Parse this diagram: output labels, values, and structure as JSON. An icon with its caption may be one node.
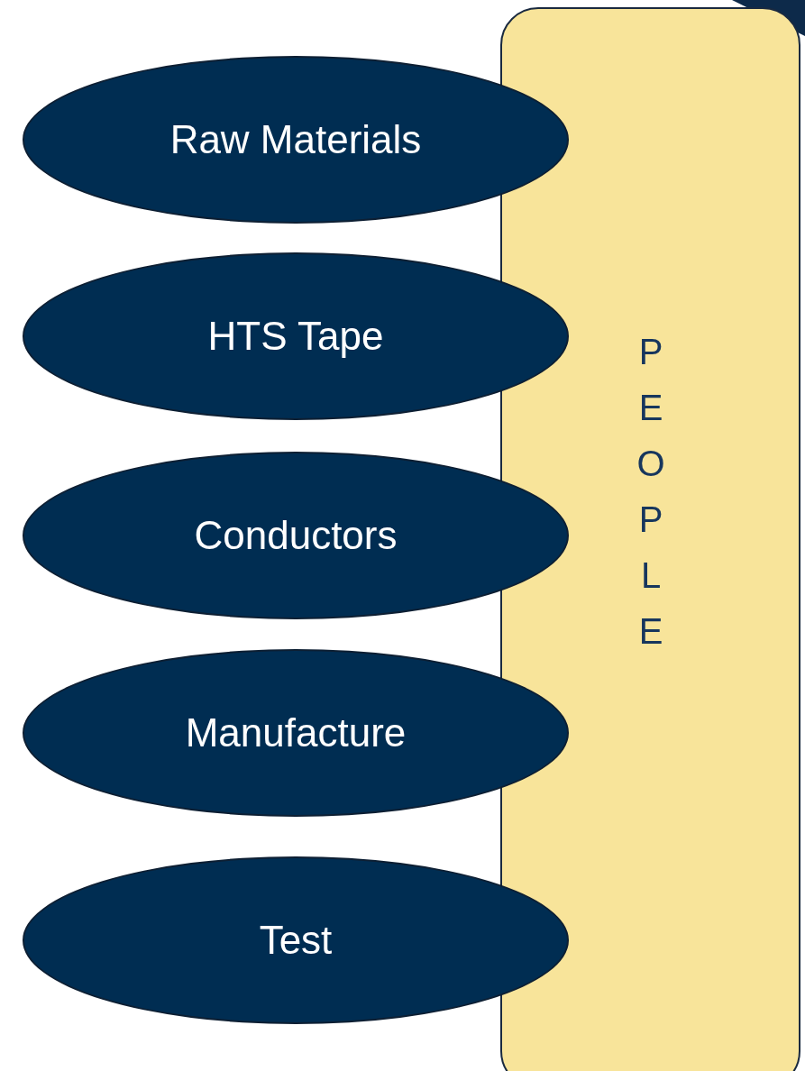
{
  "diagram": {
    "nodes": [
      {
        "text": [
          "Raw Materials"
        ]
      },
      {
        "text": [
          "HTS Tape"
        ]
      },
      {
        "text": [
          "Conductors"
        ]
      },
      {
        "text": [
          "Manufacture"
        ]
      },
      {
        "text": [
          "Test"
        ]
      },
      {
        "text": [
          "PEOPLE"
        ]
      }
    ],
    "edges": []
  }
}
